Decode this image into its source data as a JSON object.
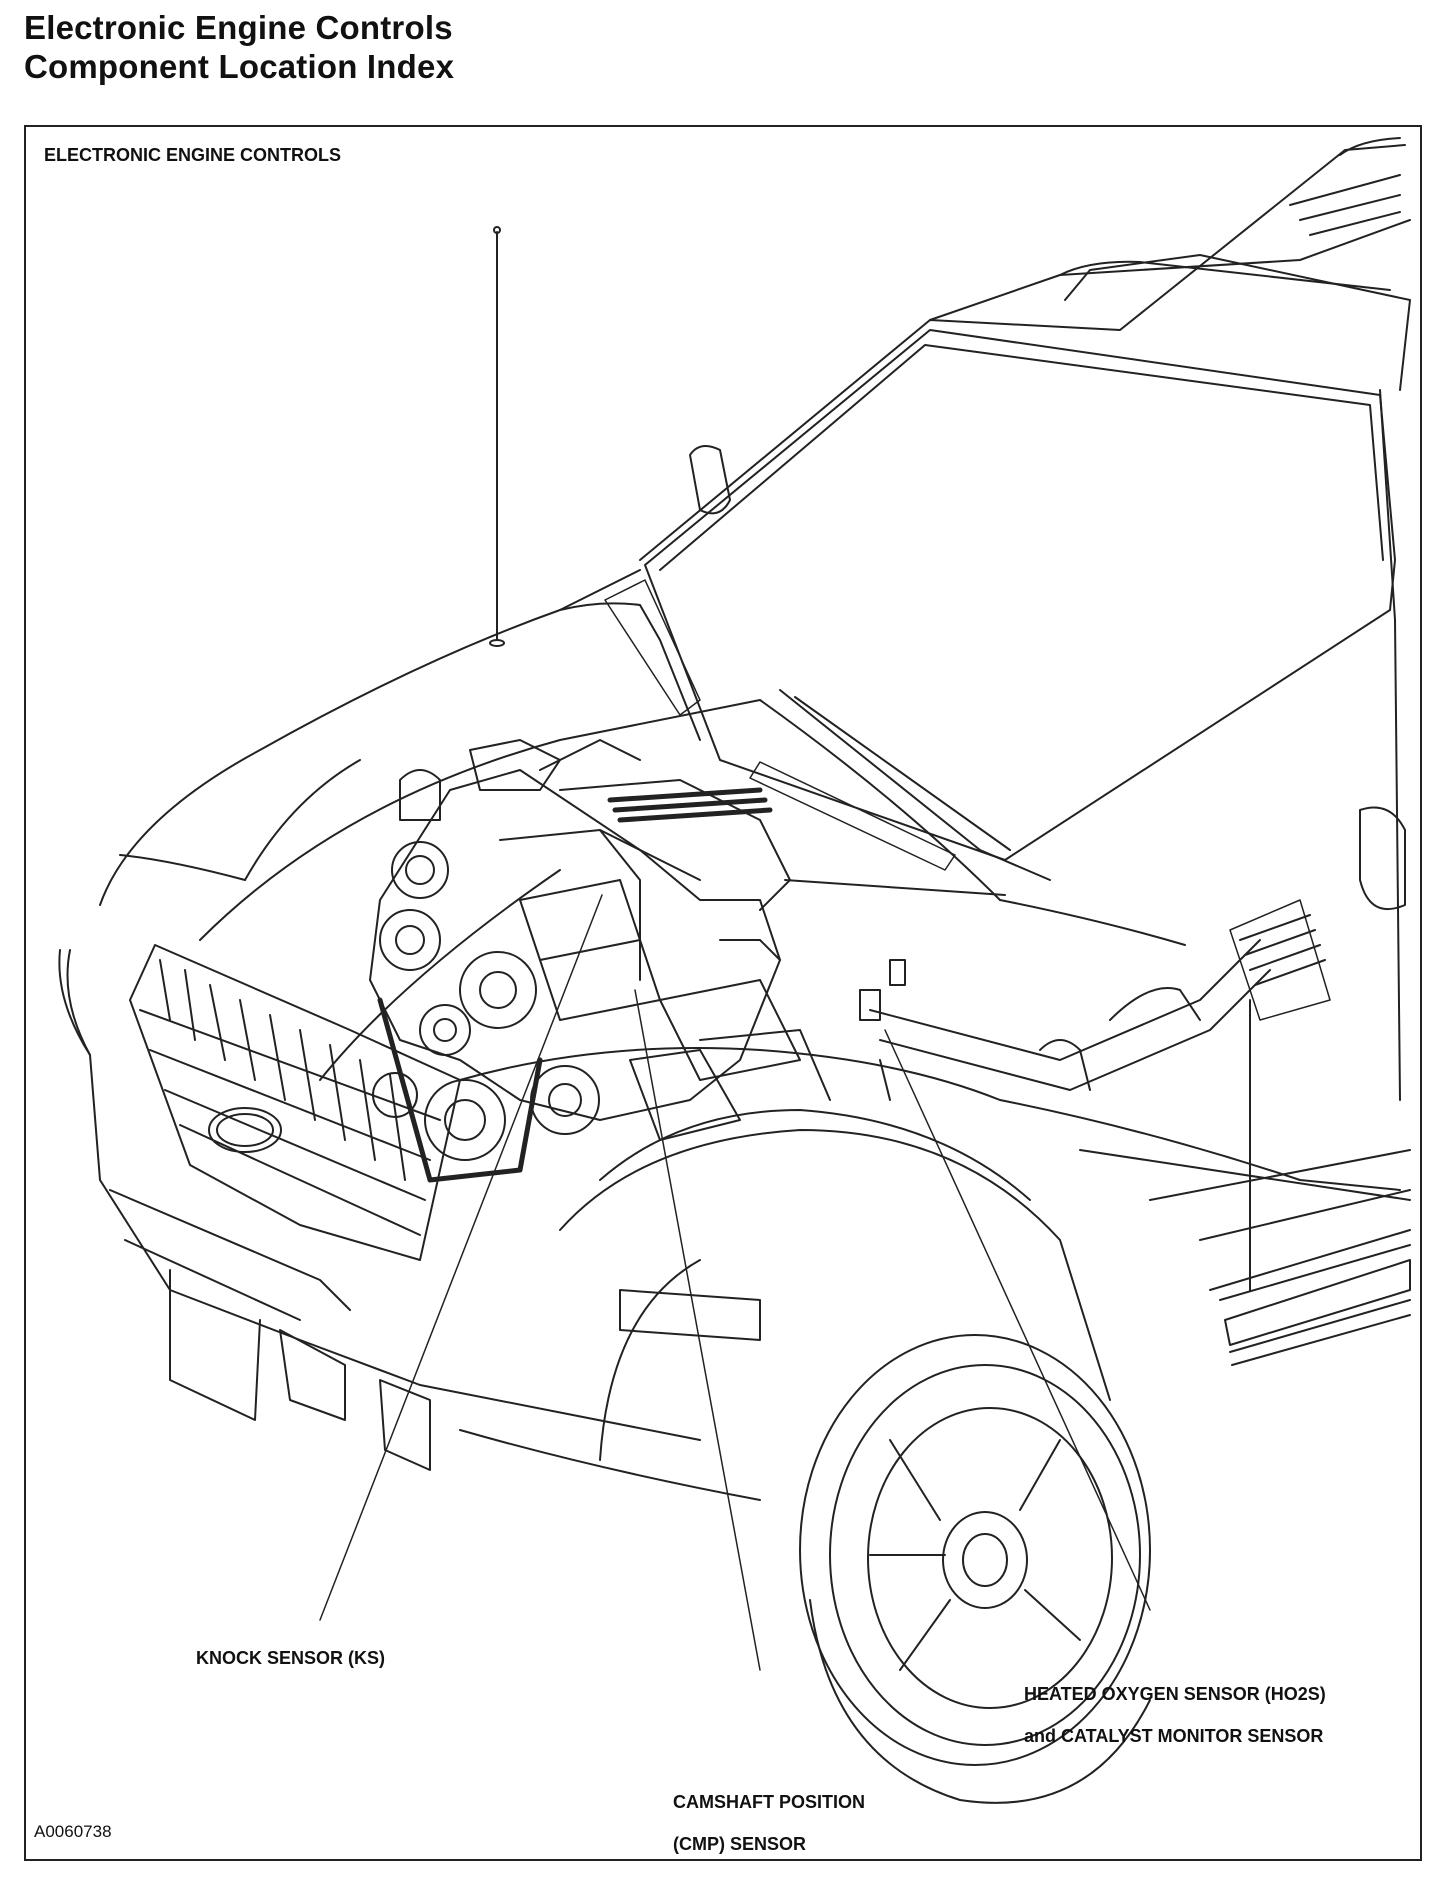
{
  "header": {
    "title_line1": "Electronic Engine Controls",
    "title_line2": "Component Location Index"
  },
  "figure": {
    "frame_label": "ELECTRONIC ENGINE CONTROLS",
    "figure_id": "A0060738",
    "callouts": {
      "knock_sensor": "KNOCK SENSOR (KS)",
      "cmp_sensor_line1": "CAMSHAFT POSITION",
      "cmp_sensor_line2": "(CMP) SENSOR",
      "ho2s_line1": "HEATED OXYGEN SENSOR (HO2S)",
      "ho2s_line2": "and CATALYST MONITOR SENSOR"
    }
  }
}
